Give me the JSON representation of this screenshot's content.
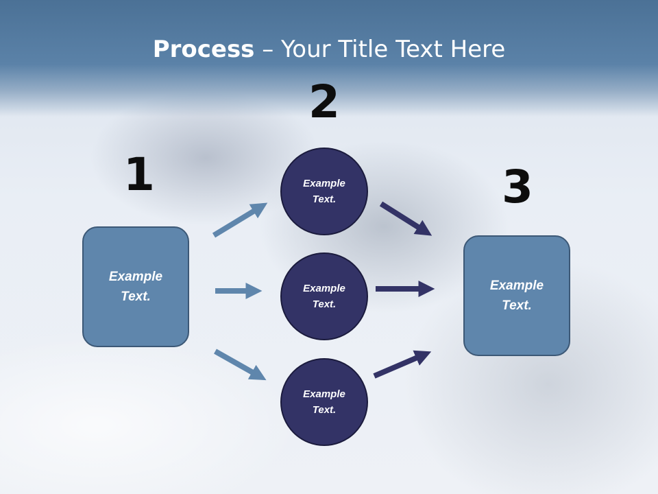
{
  "slide": {
    "title_bold": "Process",
    "title_rest": " – Your Title Text Here"
  },
  "steps": {
    "one": "1",
    "two": "2",
    "three": "3"
  },
  "left_box": {
    "text": "Example Text."
  },
  "right_box": {
    "text": "Example Text."
  },
  "circles": [
    {
      "text": "Example Text."
    },
    {
      "text": "Example Text."
    },
    {
      "text": "Example Text."
    }
  ],
  "colors": {
    "header_band": "#5b82a8",
    "box_fill": "#5f86ac",
    "circle_fill": "#333366",
    "left_arrow": "#5f86ac",
    "right_arrow": "#333366"
  }
}
